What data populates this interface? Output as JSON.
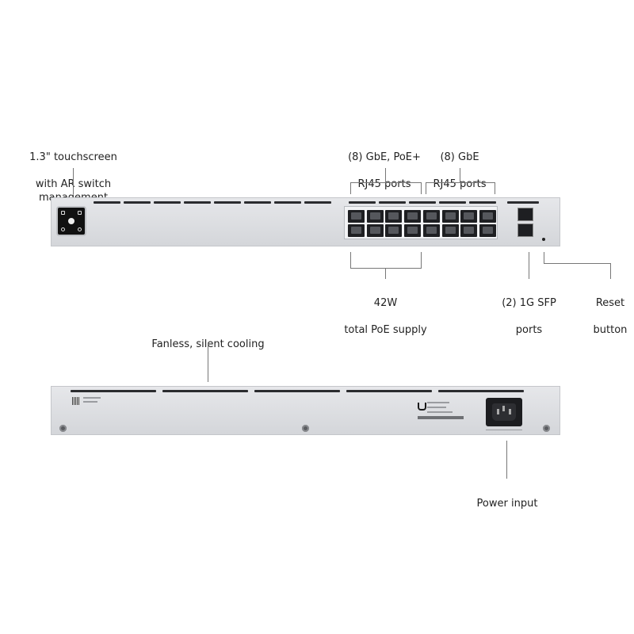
{
  "callouts": {
    "touchscreen": {
      "line1": "1.3\" touchscreen",
      "line2": "with AR switch management"
    },
    "poe_ports": {
      "line1": "(8) GbE, PoE+",
      "line2": "RJ45 ports"
    },
    "gbe_ports": {
      "line1": "(8) GbE",
      "line2": "RJ45 ports"
    },
    "poe_supply": {
      "line1": "42W",
      "line2": "total PoE supply"
    },
    "sfp_ports": {
      "line1": "(2) 1G SFP",
      "line2": "ports"
    },
    "reset": {
      "line1": "Reset",
      "line2": "button"
    },
    "cooling": {
      "line1": "Fanless, silent cooling"
    },
    "power": {
      "line1": "Power input"
    }
  },
  "colors": {
    "chassis": "#dcdde0",
    "ports": "#1e1f22",
    "callout_line": "#777777"
  },
  "icons": [
    "touchscreen-icon",
    "rj45-port-icon",
    "sfp-port-icon",
    "power-socket-icon",
    "ubiquiti-logo"
  ]
}
